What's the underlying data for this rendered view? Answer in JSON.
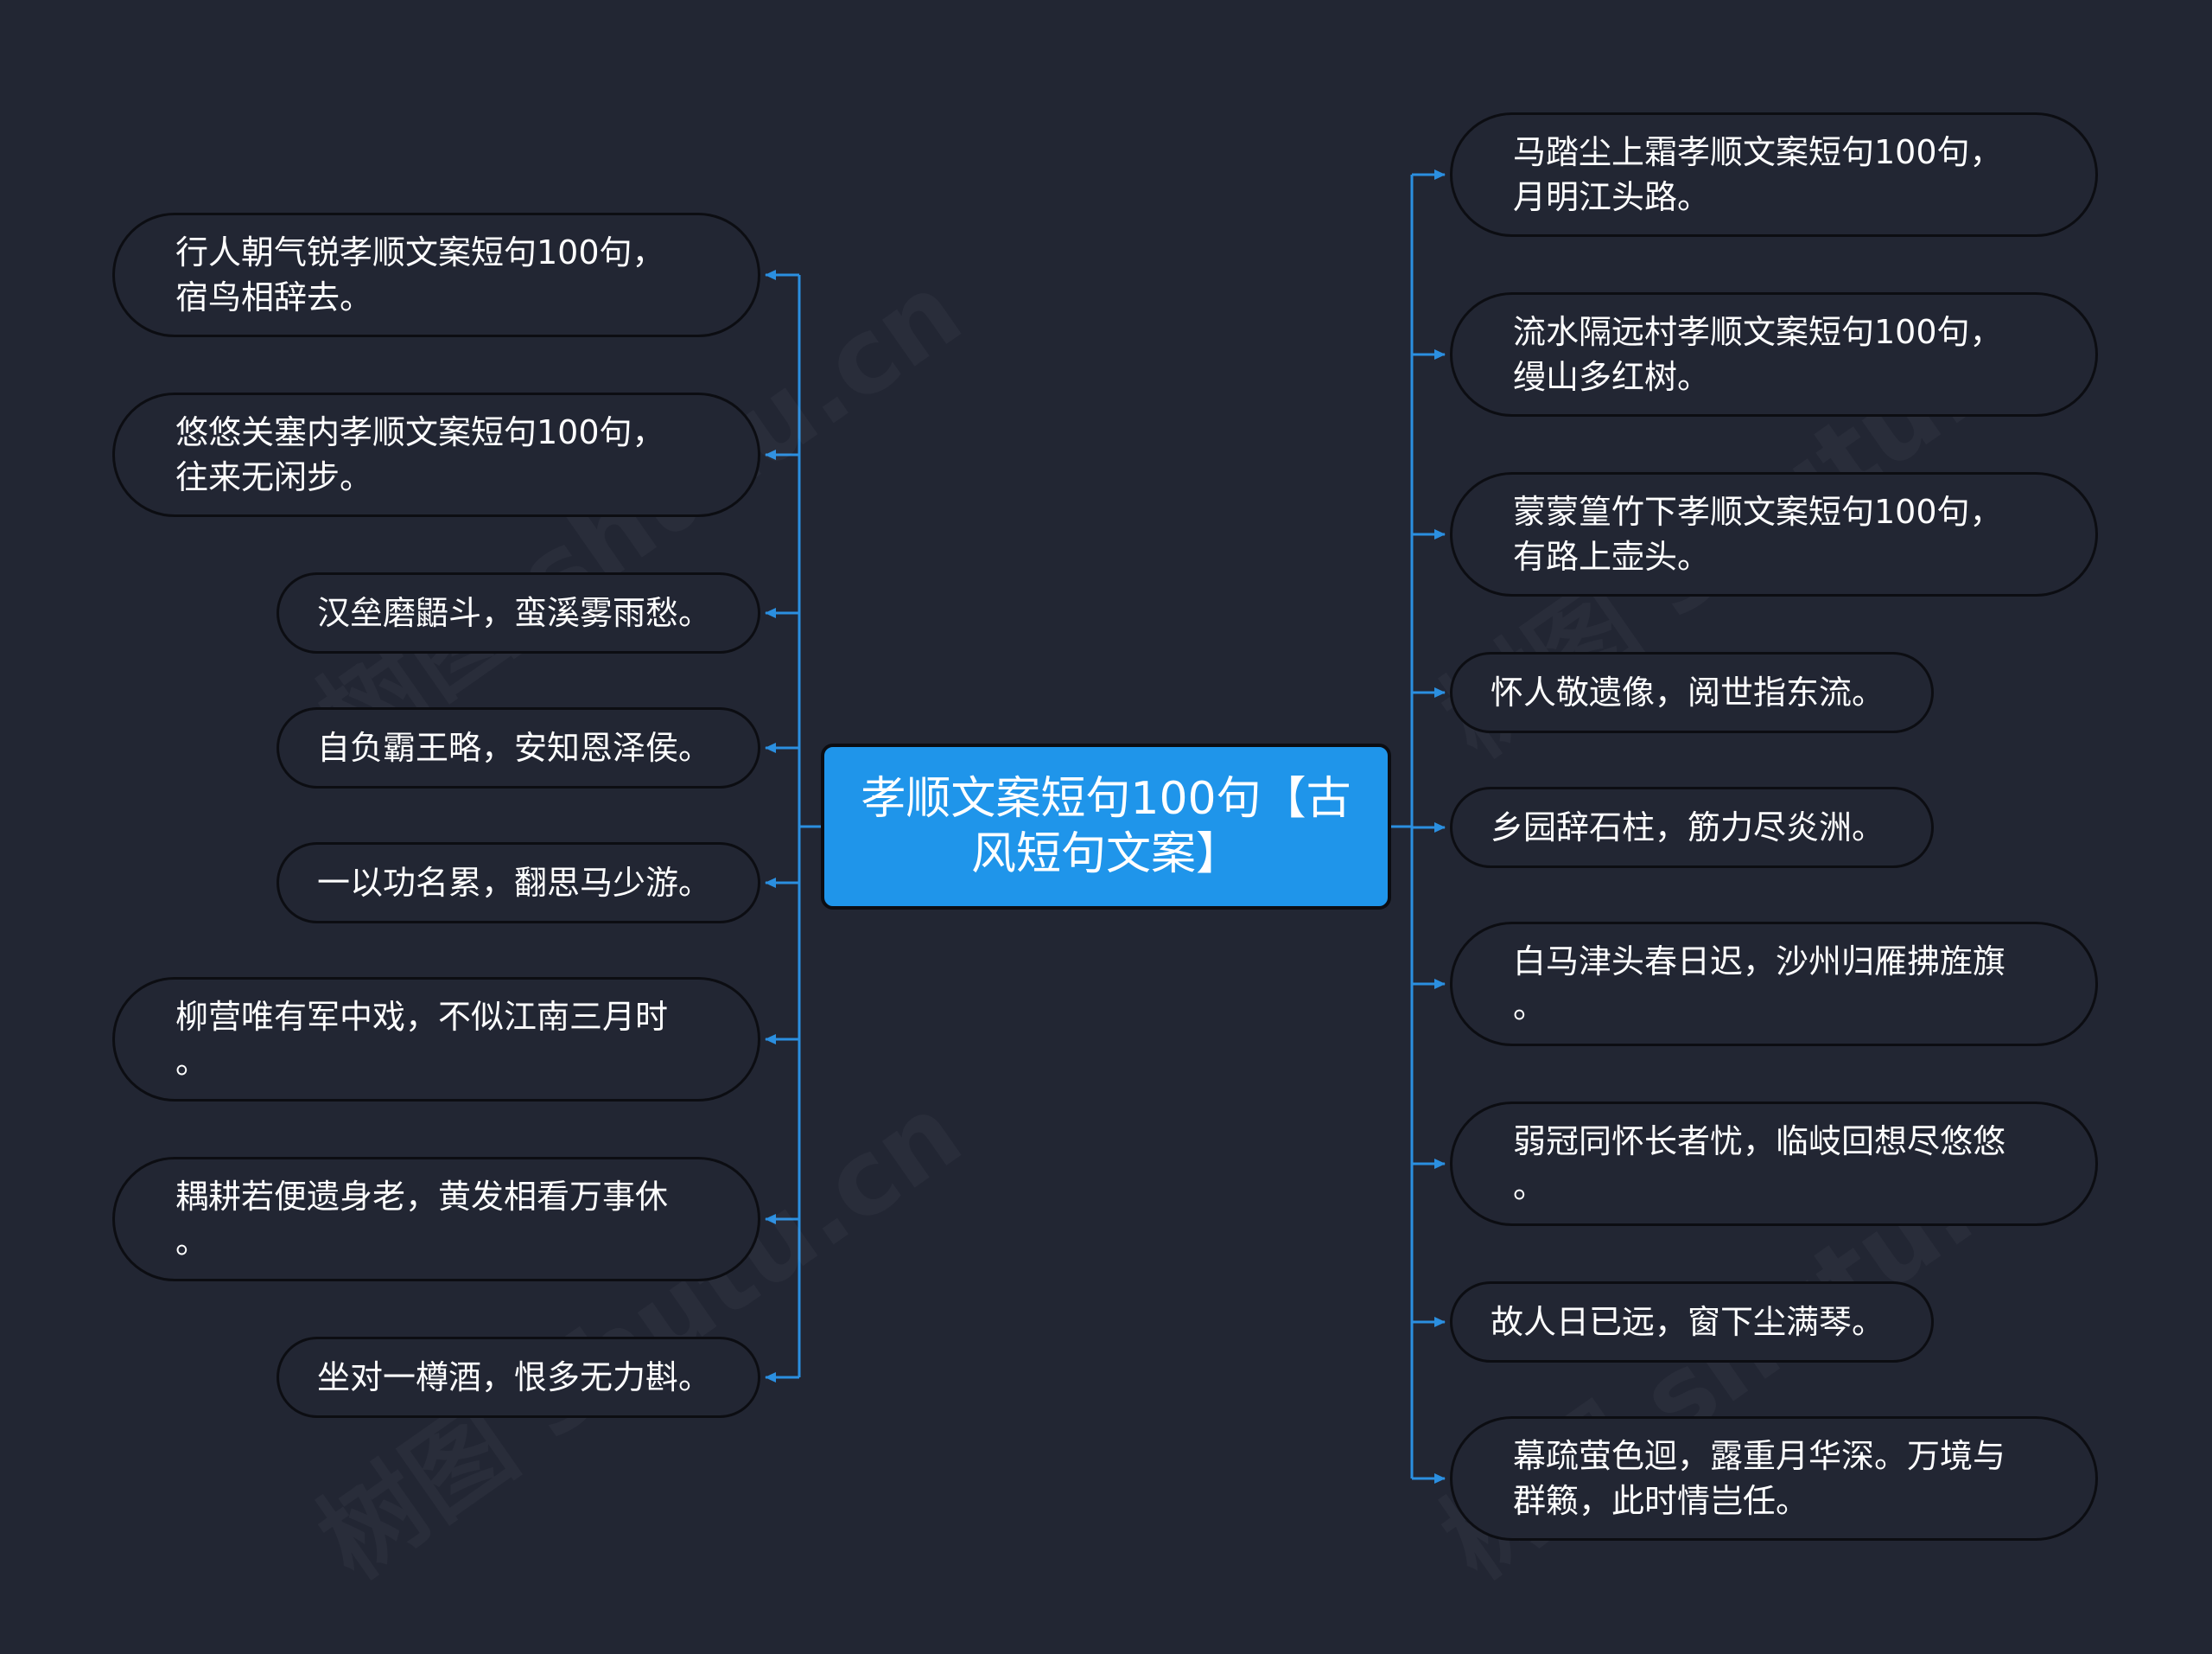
{
  "center": {
    "label": "孝顺文案短句100句【古风短句文案】"
  },
  "left_nodes": [
    {
      "text": "行人朝气锐孝顺文案短句100句，\n宿鸟相辞去。"
    },
    {
      "text": "悠悠关塞内孝顺文案短句100句，\n往来无闲步。"
    },
    {
      "text": "汉垒磨鼯斗，蛮溪雾雨愁。"
    },
    {
      "text": "自负霸王略，安知恩泽侯。"
    },
    {
      "text": "一以功名累，翻思马少游。"
    },
    {
      "text": "柳营唯有军中戏，不似江南三月时\n。"
    },
    {
      "text": "耦耕若便遗身老，黄发相看万事休\n。"
    },
    {
      "text": "坐对一樽酒，恨多无力斟。"
    }
  ],
  "right_nodes": [
    {
      "text": "马踏尘上霜孝顺文案短句100句，\n月明江头路。"
    },
    {
      "text": "流水隔远村孝顺文案短句100句，\n缦山多红树。"
    },
    {
      "text": "蒙蒙篁竹下孝顺文案短句100句，\n有路上壶头。"
    },
    {
      "text": "怀人敬遗像，阅世指东流。"
    },
    {
      "text": "乡园辞石柱，筋力尽炎洲。"
    },
    {
      "text": "白马津头春日迟，沙州归雁拂旌旗\n。"
    },
    {
      "text": "弱冠同怀长者忧，临岐回想尽悠悠\n。"
    },
    {
      "text": "故人日已远，窗下尘满琴。"
    },
    {
      "text": "幕疏萤色迴，露重月华深。万境与\n群籁，此时情岂任。"
    }
  ],
  "colors": {
    "background": "#222633",
    "connector": "#2b8fe0",
    "center_fill": "#1f95ea",
    "node_border": "#0c0d12"
  },
  "watermark": "树图 shutu.cn"
}
